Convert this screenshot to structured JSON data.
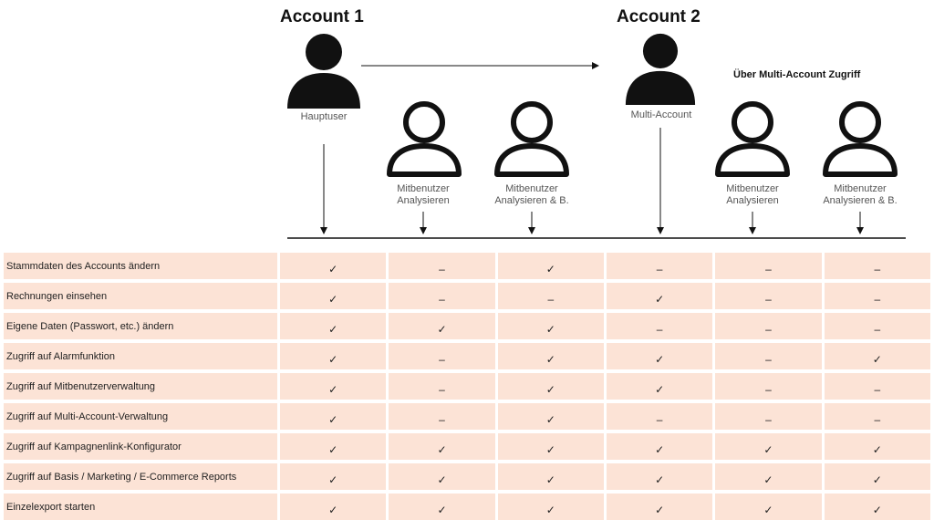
{
  "accounts": [
    {
      "title": "Account 1",
      "role": "Hauptuser"
    },
    {
      "title": "Account 2",
      "role": "Multi-Account"
    }
  ],
  "multi_heading": "Über Multi-Account Zugriff",
  "sub_users": [
    {
      "line1": "Mitbenutzer",
      "line2": "Analysieren"
    },
    {
      "line1": "Mitbenutzer",
      "line2": "Analysieren & B."
    },
    {
      "line1": "Mitbenutzer",
      "line2": "Analysieren"
    },
    {
      "line1": "Mitbenutzer",
      "line2": "Analysieren & B."
    }
  ],
  "rows": [
    {
      "label": "Stammdaten des Accounts ändern",
      "marks": [
        "✓",
        "–",
        "✓",
        "–",
        "–",
        "–"
      ]
    },
    {
      "label": "Rechnungen einsehen",
      "marks": [
        "✓",
        "–",
        "–",
        "✓",
        "–",
        "–"
      ]
    },
    {
      "label": "Eigene Daten (Passwort, etc.) ändern",
      "marks": [
        "✓",
        "✓",
        "✓",
        "–",
        "–",
        "–"
      ]
    },
    {
      "label": "Zugriff auf Alarmfunktion",
      "marks": [
        "✓",
        "–",
        "✓",
        "✓",
        "–",
        "✓"
      ]
    },
    {
      "label": "Zugriff auf Mitbenutzerverwaltung",
      "marks": [
        "✓",
        "–",
        "✓",
        "✓",
        "–",
        "–"
      ]
    },
    {
      "label": "Zugriff auf Multi-Account-Verwaltung",
      "marks": [
        "✓",
        "–",
        "✓",
        "–",
        "–",
        "–"
      ]
    },
    {
      "label": "Zugriff auf Kampagnenlink-Konfigurator",
      "marks": [
        "✓",
        "✓",
        "✓",
        "✓",
        "✓",
        "✓"
      ]
    },
    {
      "label": "Zugriff auf Basis / Marketing / E-Commerce Reports",
      "marks": [
        "✓",
        "✓",
        "✓",
        "✓",
        "✓",
        "✓"
      ]
    },
    {
      "label": "Einzelexport starten",
      "marks": [
        "✓",
        "✓",
        "✓",
        "✓",
        "✓",
        "✓"
      ]
    }
  ]
}
